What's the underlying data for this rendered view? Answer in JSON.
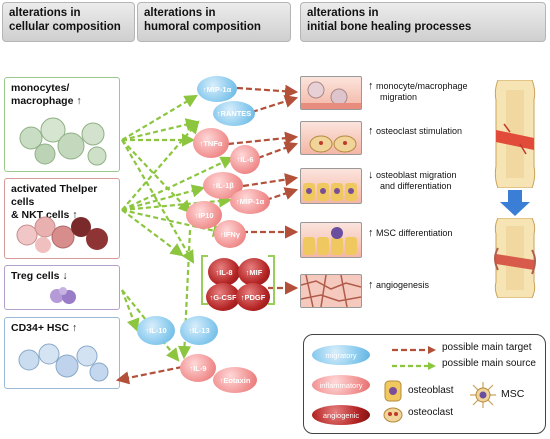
{
  "headers": {
    "col1": [
      "alterations in",
      "cellular composition"
    ],
    "col2": [
      "alterations in",
      "humoral composition"
    ],
    "col3": [
      "alterations in",
      "initial bone healing processes"
    ]
  },
  "cells": {
    "monocytes": [
      "monocytes/",
      "macrophage ↑"
    ],
    "thelper": [
      "activated Thelper cells",
      "& NKT cells ↑"
    ],
    "treg": [
      "Treg cells ↓"
    ],
    "hsc": [
      "CD34+ HSC ↑"
    ]
  },
  "mediators": {
    "mip1a_top": "↑MIP-1α",
    "rantes": "↑RANTES",
    "tnfa": "↑TNFα",
    "il6": "↑IL-6",
    "il1b": "↑IL-1β",
    "mip1a_mid": "↑MIP-1α",
    "ip10": "↑IP10",
    "ifng": "↑IFNγ",
    "il8": "↑IL-8",
    "mif": "↑MIF",
    "gcsf": "↑G-CSF",
    "pdgf": "↑PDGF",
    "il10": "↑IL-10",
    "il13": "↑IL-13",
    "il9": "↑IL-9",
    "eotaxin": "↑Eotaxin"
  },
  "processes": [
    {
      "arrow": "↑",
      "lines": [
        "monocyte/macrophage",
        "migration"
      ]
    },
    {
      "arrow": "↑",
      "lines": [
        "osteoclast stimulation"
      ]
    },
    {
      "arrow": "↓",
      "lines": [
        "osteoblast migration",
        "and differentiation"
      ]
    },
    {
      "arrow": "↑",
      "lines": [
        "MSC differentiation"
      ]
    },
    {
      "arrow": "↑",
      "lines": [
        "angiogenesis"
      ]
    }
  ],
  "legend": {
    "target": "possible main target",
    "source": "possible main source",
    "migratory": "migratory",
    "inflammatory": "inflammatory",
    "angiogenic": "angiogenic",
    "osteoblast": "osteoblast",
    "osteoclast": "osteoclast",
    "msc": "MSC"
  },
  "colors": {
    "source_arrow": "#8cc63f",
    "target_arrow": "#b2503a",
    "migratory": "#7ec3ea",
    "inflammatory": "#f08a8a",
    "angiogenic": "#a81e1e",
    "bone_arrow": "#3a7fd5"
  }
}
